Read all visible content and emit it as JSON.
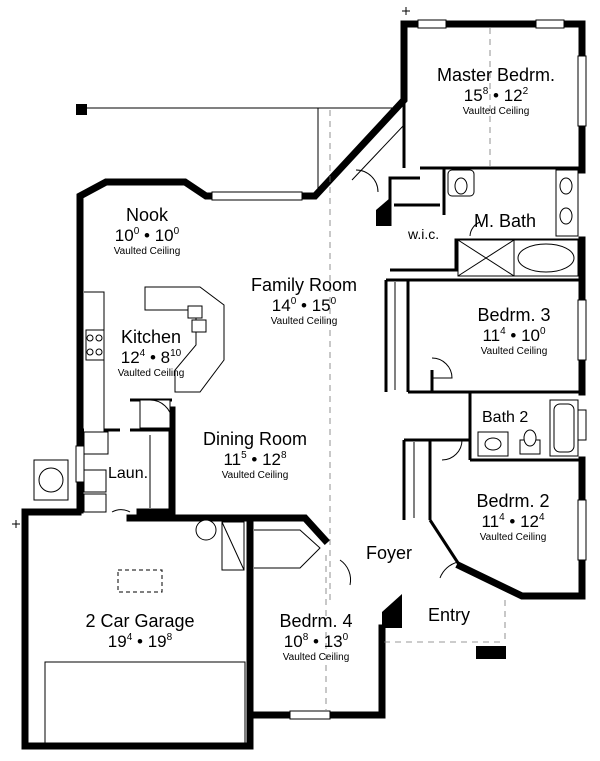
{
  "rooms": {
    "master_bedroom": {
      "name": "Master Bedrm.",
      "w_ft": "15",
      "w_in": "8",
      "sep": "•",
      "l_ft": "12",
      "l_in": "2",
      "ceiling": "Vaulted Ceiling"
    },
    "nook": {
      "name": "Nook",
      "w_ft": "10",
      "w_in": "0",
      "sep": "•",
      "l_ft": "10",
      "l_in": "0",
      "ceiling": "Vaulted Ceiling"
    },
    "family_room": {
      "name": "Family Room",
      "w_ft": "14",
      "w_in": "0",
      "sep": "•",
      "l_ft": "15",
      "l_in": "0",
      "ceiling": "Vaulted Ceiling"
    },
    "kitchen": {
      "name": "Kitchen",
      "w_ft": "12",
      "w_in": "4",
      "sep": "•",
      "l_ft": "8",
      "l_in": "10",
      "ceiling": "Vaulted Ceiling"
    },
    "bedroom_3": {
      "name": "Bedrm. 3",
      "w_ft": "11",
      "w_in": "4",
      "sep": "•",
      "l_ft": "10",
      "l_in": "0",
      "ceiling": "Vaulted Ceiling"
    },
    "dining_room": {
      "name": "Dining Room",
      "w_ft": "11",
      "w_in": "5",
      "sep": "•",
      "l_ft": "12",
      "l_in": "8",
      "ceiling": "Vaulted Ceiling"
    },
    "bedroom_2": {
      "name": "Bedrm. 2",
      "w_ft": "11",
      "w_in": "4",
      "sep": "•",
      "l_ft": "12",
      "l_in": "4",
      "ceiling": "Vaulted Ceiling"
    },
    "garage": {
      "name": "2 Car Garage",
      "w_ft": "19",
      "w_in": "4",
      "sep": "•",
      "l_ft": "19",
      "l_in": "8"
    },
    "bedroom_4": {
      "name": "Bedrm. 4",
      "w_ft": "10",
      "w_in": "8",
      "sep": "•",
      "l_ft": "13",
      "l_in": "0",
      "ceiling": "Vaulted Ceiling"
    }
  },
  "labels": {
    "wic": "w.i.c.",
    "master_bath": "M. Bath",
    "bath_2": "Bath 2",
    "laundry": "Laun.",
    "foyer": "Foyer",
    "entry": "Entry"
  }
}
